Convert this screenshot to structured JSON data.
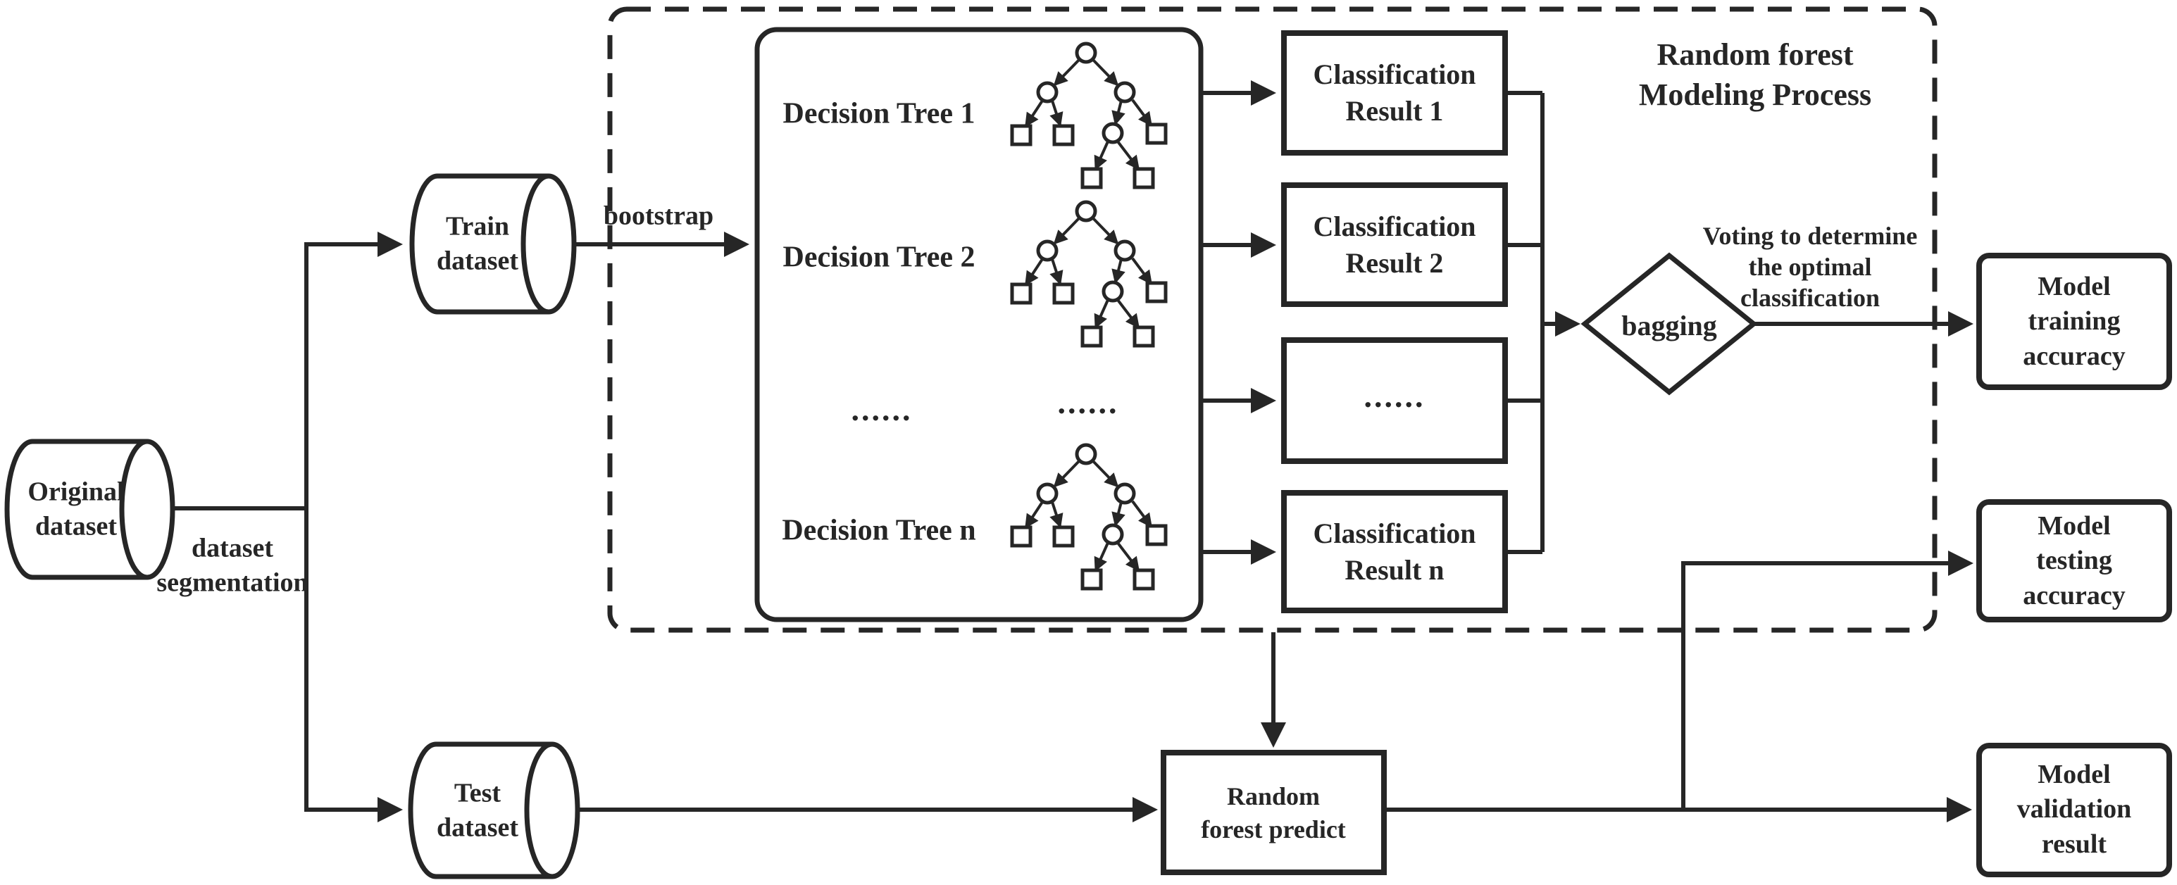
{
  "title": {
    "line1": "Random forest",
    "line2": "Modeling Process"
  },
  "nodes": {
    "original_dataset": {
      "line1": "Original",
      "line2": "dataset"
    },
    "train_dataset": {
      "line1": "Train",
      "line2": "dataset"
    },
    "test_dataset": {
      "line1": "Test",
      "line2": "dataset"
    },
    "decision_tree_1": "Decision Tree 1",
    "decision_tree_2": "Decision Tree 2",
    "decision_tree_n": "Decision Tree n",
    "ellipsis": "......",
    "classification_result_1": {
      "line1": "Classification",
      "line2": "Result 1"
    },
    "classification_result_2": {
      "line1": "Classification",
      "line2": "Result 2"
    },
    "classification_result_n": {
      "line1": "Classification",
      "line2": "Result n"
    },
    "bagging": "bagging",
    "random_forest_predict": {
      "line1": "Random",
      "line2": "forest predict"
    },
    "model_training_accuracy": {
      "line1": "Model",
      "line2": "training",
      "line3": "accuracy"
    },
    "model_testing_accuracy": {
      "line1": "Model",
      "line2": "testing",
      "line3": "accuracy"
    },
    "model_validation_result": {
      "line1": "Model",
      "line2": "validation",
      "line3": "result"
    }
  },
  "edge_labels": {
    "dataset_segmentation": {
      "line1": "dataset",
      "line2": "segmentation"
    },
    "bootstrap": "bootstrap",
    "voting": {
      "line1": "Voting to determine",
      "line2": "the optimal",
      "line3": "classification"
    }
  },
  "colors": {
    "ink": "#262626",
    "background": "#ffffff"
  }
}
